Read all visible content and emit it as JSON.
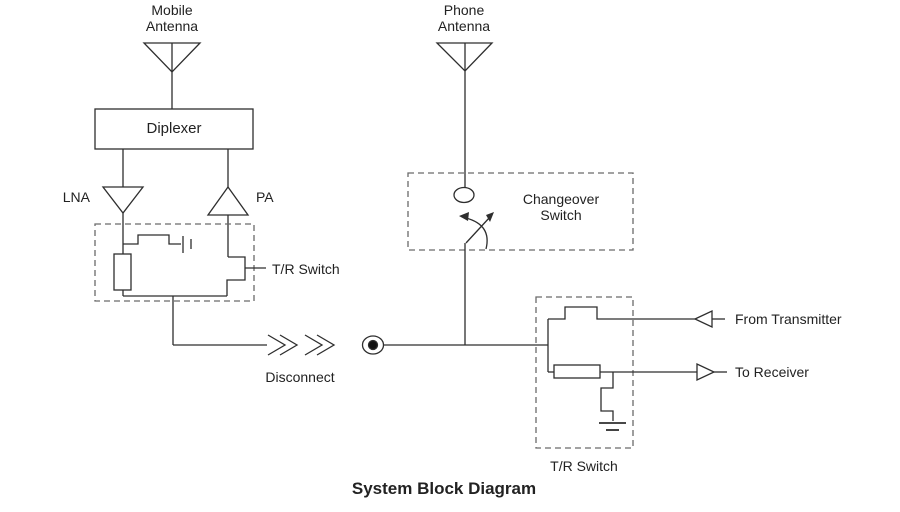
{
  "diagram": {
    "title": "System Block Diagram",
    "mobile_path": {
      "antenna_label": "Mobile\nAntenna",
      "diplexer_label": "Diplexer",
      "lna_label": "LNA",
      "pa_label": "PA",
      "tr_switch_label": "T/R Switch",
      "disconnect_label": "Disconnect"
    },
    "phone_path": {
      "antenna_label": "Phone\nAntenna",
      "changeover_label": "Changeover\nSwitch",
      "tr_switch_label": "T/R Switch",
      "from_transmitter_label": "From Transmitter",
      "to_receiver_label": "To Receiver"
    },
    "colors": {
      "line": "#2e2e2e",
      "dashed_box": "#6a6a6a",
      "text": "#222222",
      "background": "#ffffff"
    }
  }
}
